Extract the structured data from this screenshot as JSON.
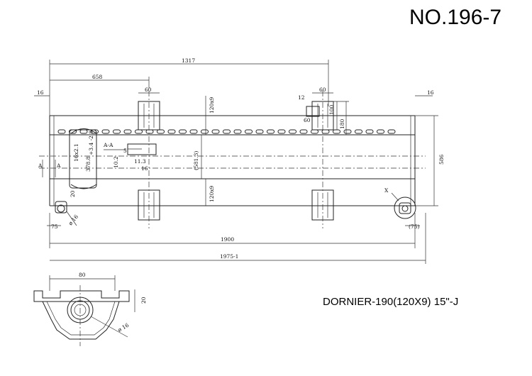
{
  "drawing": {
    "number": "NO.196-7",
    "caption": "DORNIER-190(120X9) 15\"-J"
  },
  "dims": {
    "overall_top": "1317",
    "left_section": "658",
    "left_edge_16": "16",
    "right_edge_16": "16",
    "tab_60_left": "60",
    "tab_60_right": "60",
    "dim_12": "12",
    "dim_60_small": "60",
    "dim_100": "100",
    "dim_180": "180",
    "pipe_upper": "120x9",
    "pipe_lower": "120x9",
    "inner_581": "(581.3)",
    "height_586": "586",
    "hole_16x2": "16x2.1",
    "dim_378": "378.8",
    "dim_378_tol": "+3.4 -2.8",
    "section_aa": "A-A",
    "dim_5": "5",
    "dim_102": "10.2",
    "dim_113": "11.3",
    "dim_16_section": "16",
    "label_a_left": "A",
    "label_a_right": "A",
    "dim_20_left": "20",
    "dia_16_left": "ø 16",
    "dim_75_left": "75",
    "dim_75_right": "(75)",
    "label_x": "X",
    "length_1900": "1900",
    "length_1975": "1975-1",
    "detail_80": "80",
    "detail_20": "20",
    "detail_dia16": "ø 16"
  }
}
